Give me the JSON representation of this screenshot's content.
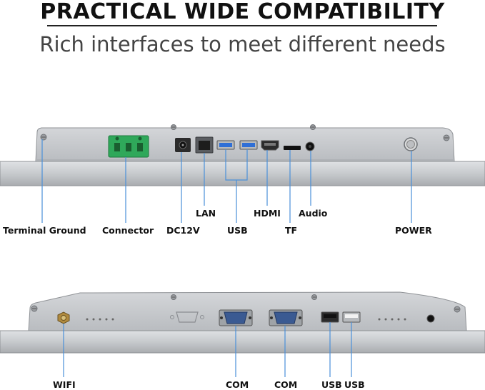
{
  "header": {
    "title": "PRACTICAL WIDE COMPATIBILITY",
    "subtitle": "Rich interfaces to meet different needs"
  },
  "top_panel": {
    "labels": {
      "terminal_ground": "Terminal Ground",
      "connector": "Connector",
      "dc12v": "DC12V",
      "lan": "LAN",
      "usb": "USB",
      "hdmi": "HDMI",
      "tf": "TF",
      "audio": "Audio",
      "power": "POWER"
    }
  },
  "bottom_panel": {
    "labels": {
      "wifi": "WIFI",
      "com_1": "COM",
      "com_2": "COM",
      "usb_1": "USB",
      "usb_2": "USB"
    }
  },
  "colors": {
    "callout_line": "#4a90d9",
    "panel_gray": "#c9ccd0",
    "terminal_green": "#2fa85a",
    "usb3_blue": "#2f6fd6",
    "com_blue": "#3a5a92"
  }
}
